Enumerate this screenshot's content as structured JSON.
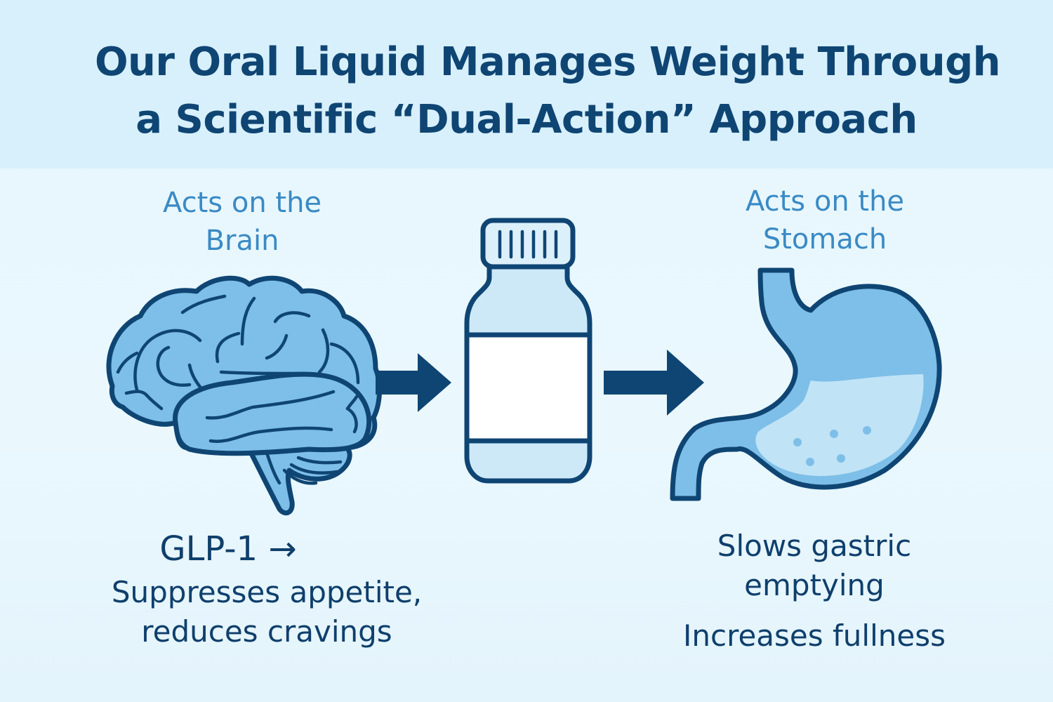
{
  "title": {
    "line1": "Our Oral Liquid Manages Weight Through",
    "line2": "a Scientific “Dual-Action” Approach"
  },
  "brain_section": {
    "label_line1": "Acts on the",
    "label_line2": "Brain",
    "mechanism": "GLP-1 →",
    "effect_line1": "Suppresses appetite,",
    "effect_line2": "reduces cravings"
  },
  "stomach_section": {
    "label_line1": "Acts on the",
    "label_line2": "Stomach",
    "effect_line1": "Slows gastric",
    "effect_line2": "emptying",
    "effect_line3": "Increases fullness"
  },
  "icons": [
    "brain-icon",
    "arrow-right-icon",
    "bottle-icon",
    "arrow-right-icon",
    "stomach-icon"
  ],
  "colors": {
    "dark_navy": "#0f4573",
    "accent_blue": "#3a8ac4",
    "fill_blue": "#7dbfe8",
    "light_fill": "#cde9f8",
    "header_bg": "#d7f0fc"
  }
}
